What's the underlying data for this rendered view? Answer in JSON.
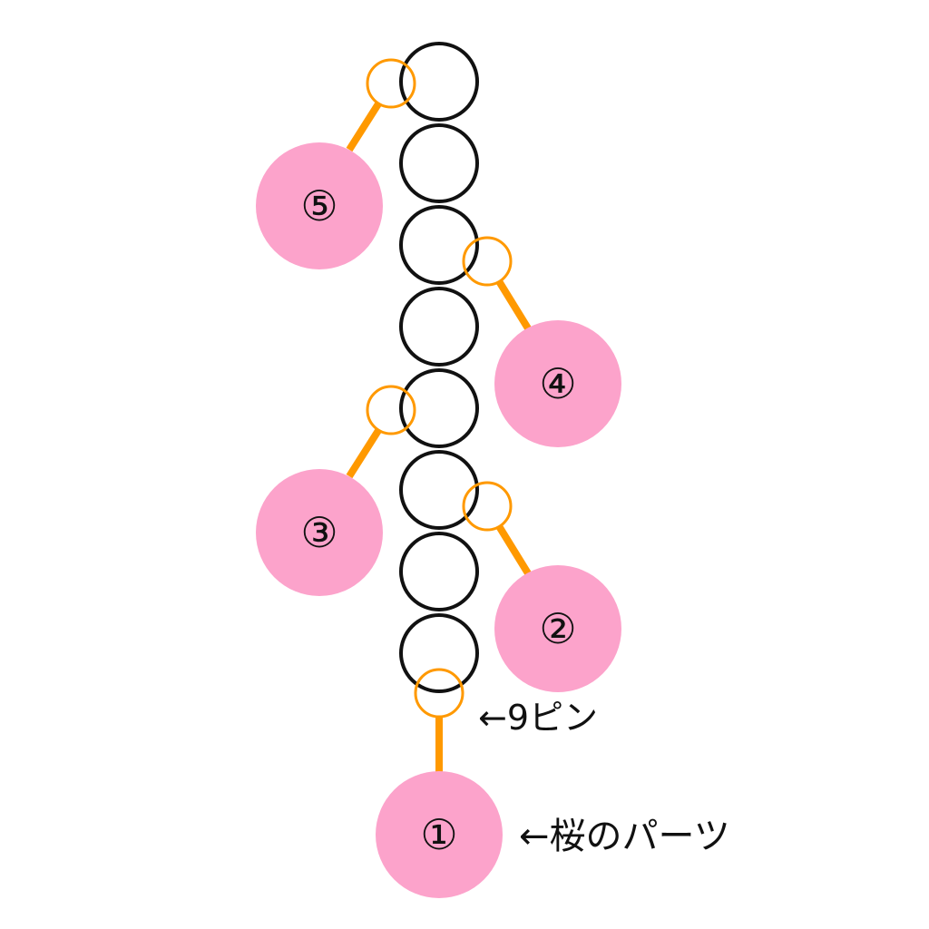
{
  "colors": {
    "chain": "#111111",
    "pin": "#FF9900",
    "flower": "#FCA3CB",
    "text": "#111111"
  },
  "chain": {
    "link_count": 8
  },
  "flowers": [
    {
      "label": "①",
      "side": "bottom",
      "link": 8
    },
    {
      "label": "②",
      "side": "right",
      "link": 6
    },
    {
      "label": "③",
      "side": "left",
      "link": 5
    },
    {
      "label": "④",
      "side": "right",
      "link": 3
    },
    {
      "label": "⑤",
      "side": "left",
      "link": 1
    }
  ],
  "annotations": {
    "pin_label": "←9ピン",
    "parts_label": "←桜のパーツ"
  }
}
